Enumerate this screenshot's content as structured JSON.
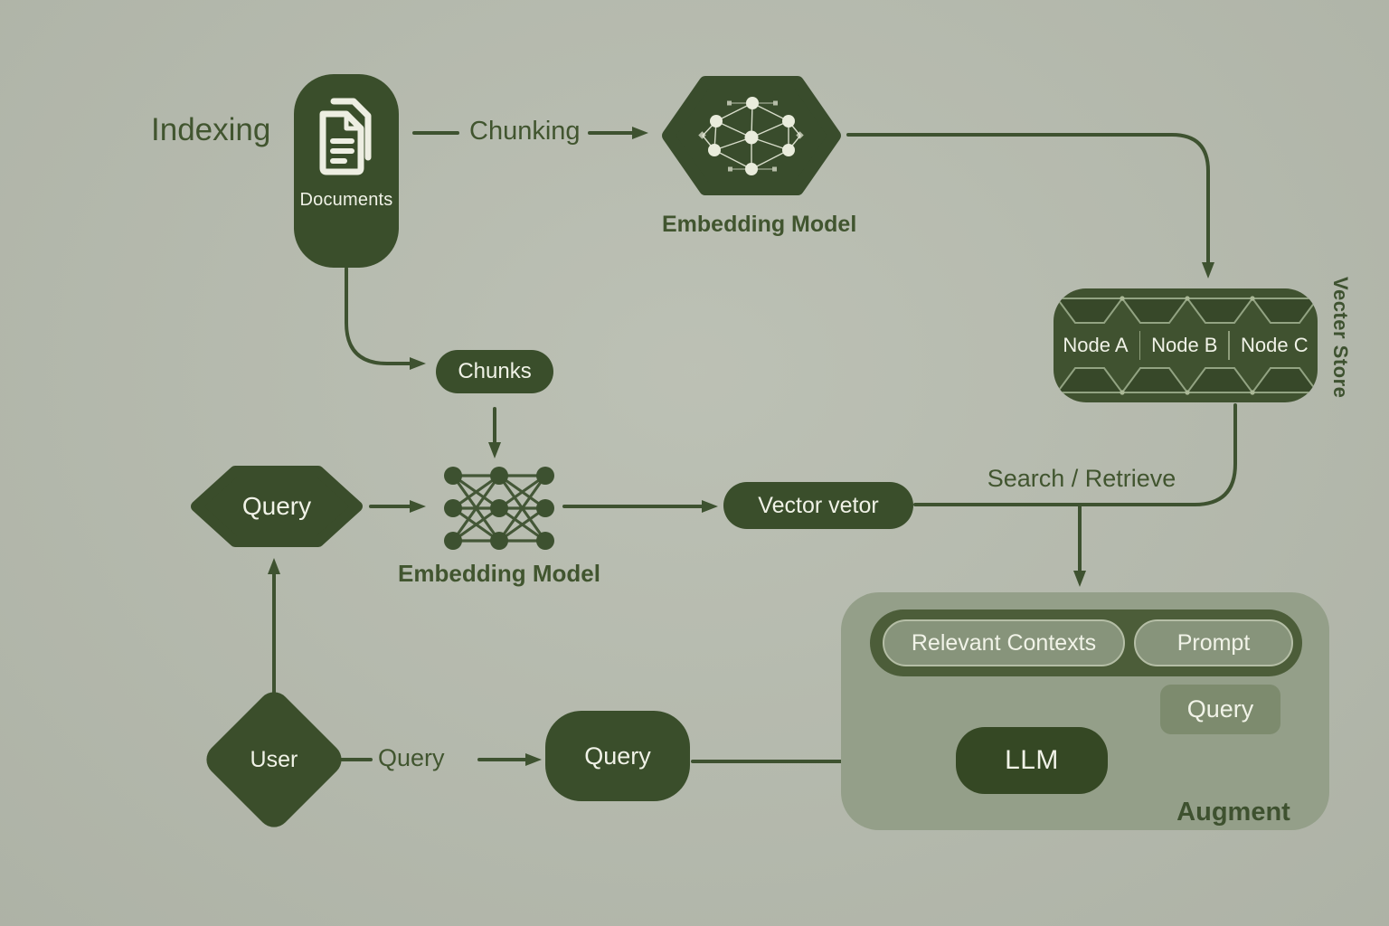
{
  "diagram": {
    "labels": {
      "indexing": "Indexing",
      "chunking": "Chunking",
      "embedding_model_top": "Embedding Model",
      "embedding_model_bottom": "Embedding Model",
      "search_retrieve": "Search  / Retrieve",
      "vector_store_side": "Vecter Store",
      "user_query": "Query",
      "augment": "Augment"
    },
    "nodes": {
      "documents": "Documents",
      "chunks": "Chunks",
      "query_hex": "Query",
      "vector_vetor": "Vector vetor",
      "query_pill": "Query",
      "user": "User",
      "relevant_contexts": "Relevant Contexts",
      "prompt": "Prompt",
      "augment_query": "Query",
      "llm": "LLM",
      "store_nodes": [
        "Node A",
        "Node B",
        "Node C"
      ]
    },
    "icons": {
      "documents": "documents-icon",
      "embedding_graph": "graph-network-icon",
      "embedding_mlp": "mlp-network-icon"
    },
    "colors": {
      "background": "#b7bcaf",
      "dark_green": "#3a4e2b",
      "llm_green": "#354824",
      "line_green": "#3e5230",
      "text_green": "#41552f",
      "vector_store_fill": "#405230",
      "vector_store_pattern": "#92a382",
      "augment_box": "#949f89",
      "holder_dark": "#4c5d39",
      "inner_pill_fill": "#87947b",
      "inner_pill_border": "#b5bea6",
      "query_box_fill": "#7d8b6e",
      "light_text": "#f0f2e7"
    }
  }
}
